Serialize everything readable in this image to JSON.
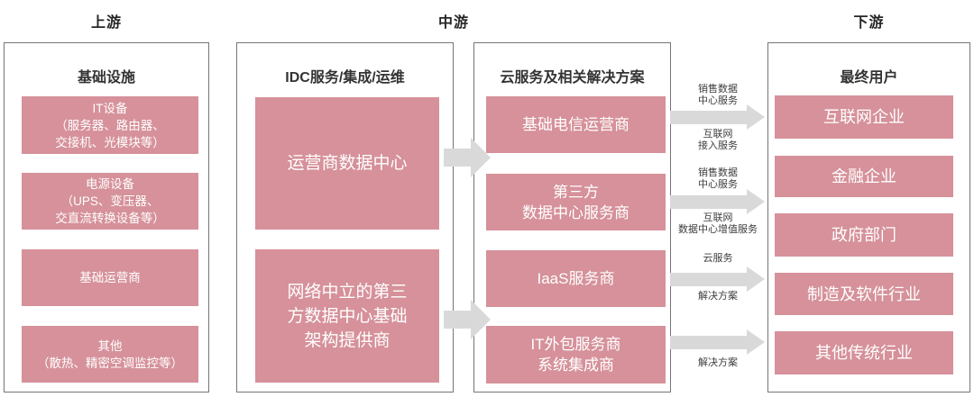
{
  "headers": {
    "upstream": "上游",
    "midstream": "中游",
    "downstream": "下游"
  },
  "columns": [
    {
      "title": "基础设施",
      "boxes": [
        {
          "lines": [
            "IT设备",
            "（服务器、路由器、",
            "交接机、光模块等）"
          ]
        },
        {
          "lines": [
            "电源设备",
            "（UPS、变压器、",
            "交直流转换设备等）"
          ]
        },
        {
          "lines": [
            "基础运营商"
          ]
        },
        {
          "lines": [
            "其他",
            "（散热、精密空调监控等）"
          ]
        }
      ]
    },
    {
      "title": "IDC服务/集成/运维",
      "boxes": [
        {
          "lines": [
            "运营商数据中心"
          ]
        },
        {
          "lines": [
            "网络中立的第三",
            "方数据中心基础",
            "架构提供商"
          ]
        }
      ]
    },
    {
      "title": "云服务及相关解决方案",
      "boxes": [
        {
          "lines": [
            "基础电信运营商"
          ]
        },
        {
          "lines": [
            "第三方",
            "数据中心服务商"
          ]
        },
        {
          "lines": [
            "IaaS服务商"
          ]
        },
        {
          "lines": [
            "IT外包服务商",
            "系统集成商"
          ]
        }
      ]
    },
    {
      "title": "最终用户",
      "boxes": [
        {
          "lines": [
            "互联网企业"
          ]
        },
        {
          "lines": [
            "金融企业"
          ]
        },
        {
          "lines": [
            "政府部门"
          ]
        },
        {
          "lines": [
            "制造及软件行业"
          ]
        },
        {
          "lines": [
            "其他传统行业"
          ]
        }
      ]
    }
  ],
  "flows": [
    {
      "above": [
        "销售数据",
        "中心服务"
      ],
      "below": [
        "互联网",
        "接入服务"
      ]
    },
    {
      "above": [
        "销售数据",
        "中心服务"
      ],
      "below": [
        "互联网",
        "数据中心增值服务"
      ]
    },
    {
      "above": [
        "云服务"
      ],
      "below": [
        "解决方案"
      ]
    },
    {
      "above": [],
      "below": [
        "解决方案"
      ]
    }
  ],
  "colors": {
    "box_pink": "#d6919a",
    "arrow_gray": "#d9d9d9",
    "border_gray": "#757575"
  }
}
